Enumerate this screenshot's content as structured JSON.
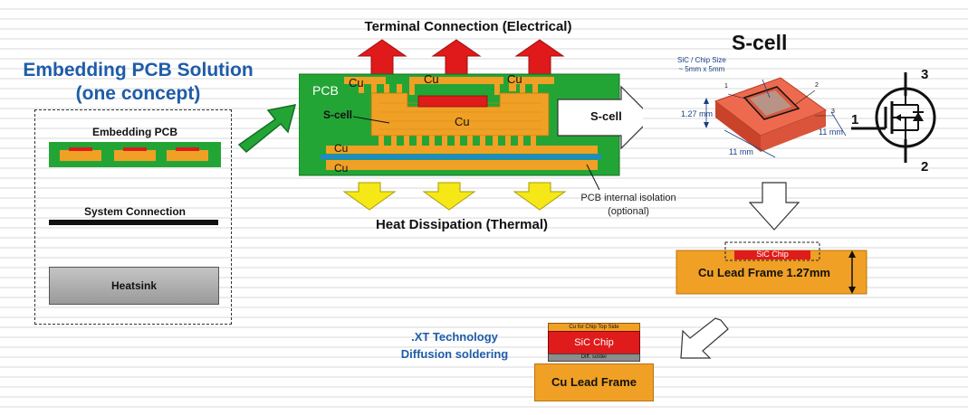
{
  "left": {
    "title_line1": "Embedding PCB Solution",
    "title_line2": "(one concept)",
    "embedding_label": "Embedding PCB",
    "system_label": "System Connection",
    "heatsink_label": "Heatsink"
  },
  "center": {
    "terminal_label": "Terminal Connection (Electrical)",
    "heat_label": "Heat Dissipation (Thermal)",
    "pcb_label": "PCB",
    "scell_label": "S-cell",
    "cu_label": "Cu",
    "scell_arrow_label": "S-cell",
    "isolation_line1": "PCB internal isolation",
    "isolation_line2": "(optional)"
  },
  "scell": {
    "title": "S-cell",
    "chip_size_line1": "SiC / Chip Size",
    "chip_size_line2": "~ 5mm x 5mm",
    "thickness": "1.27 mm",
    "width": "11 mm",
    "depth": "11 mm",
    "pin_1": "1",
    "pin_2": "2",
    "pin_3": "3"
  },
  "symbol": {
    "pin_1": "1",
    "pin_2": "2",
    "pin_3": "3"
  },
  "leadframe": {
    "chip_label": "SiC Chip",
    "frame_label": "Cu Lead Frame 1.27mm"
  },
  "bottom": {
    "tech_line1": ".XT Technology",
    "tech_line2": "Diffusion soldering",
    "top_side_label": "Cu for Chip Top Side",
    "chip_label": "SiC Chip",
    "solder_label": "Diff. solder",
    "frame_label": "Cu Lead Frame"
  },
  "colors": {
    "pcb_green": "#23a536",
    "copper": "#f0a024",
    "chip_red": "#e01b1b",
    "isolation_blue": "#1e88d6",
    "arrow_red": "#e0191b",
    "arrow_yellow": "#f5e816",
    "title_blue": "#1f5ca8"
  }
}
